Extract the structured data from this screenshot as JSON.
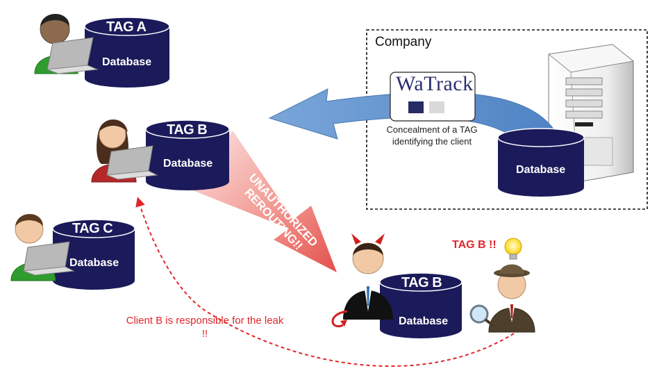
{
  "company": {
    "label": "Company"
  },
  "watrack": {
    "logo_text": "WaTrack",
    "concealment_text": "Concealment of a TAG identifying the client",
    "swatch_colors": [
      "#262b64",
      "#d9d9d9"
    ]
  },
  "clients": [
    {
      "tag": "TAG A",
      "db_label": "Database"
    },
    {
      "tag": "TAG B",
      "db_label": "Database"
    },
    {
      "tag": "TAG C",
      "db_label": "Database"
    }
  ],
  "company_db": {
    "db_label": "Database"
  },
  "thief": {
    "tag": "TAG B",
    "db_label": "Database"
  },
  "arrow": {
    "label": "UNAUTHORIZED REROUTING!!"
  },
  "detective": {
    "alert": "TAG B !!"
  },
  "blame": {
    "text": "Client B is responsible for the leak !!"
  },
  "colors": {
    "database_fill": "#1b1a5a",
    "watrack_arrow": "#5b8fcb",
    "reroute_arrow": "#e85a55",
    "alert_red": "#e0262a"
  }
}
